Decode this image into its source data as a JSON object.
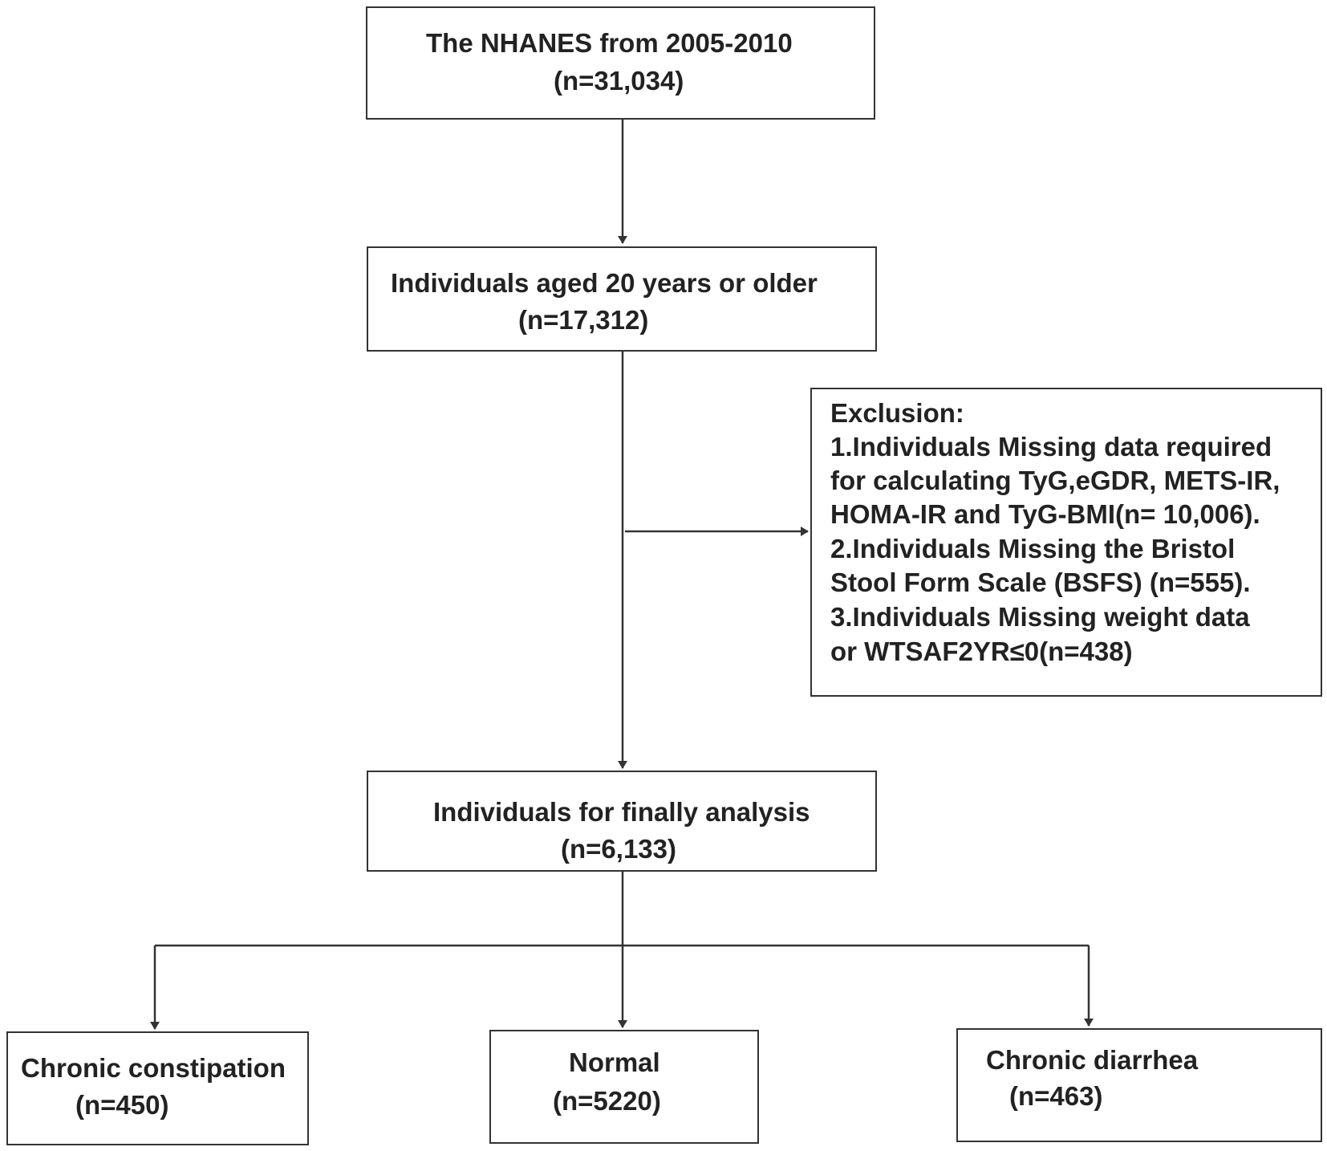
{
  "flowchart": {
    "source": {
      "title": "The NHANES from 2005-2010",
      "count": "(n=31,034)"
    },
    "adults": {
      "title": "Individuals aged 20 years or older",
      "count": "(n=17,312)"
    },
    "exclusion": {
      "lines": [
        "Exclusion:",
        "1.Individuals Missing data required",
        "for calculating TyG,eGDR, METS-IR,",
        "HOMA-IR and TyG-BMI(n= 10,006).",
        "2.Individuals Missing the Bristol",
        "Stool Form Scale (BSFS) (n=555).",
        "3.Individuals Missing weight data",
        "or WTSAF2YR≤0(n=438)"
      ]
    },
    "final": {
      "title": "Individuals for finally analysis",
      "count": "(n=6,133)"
    },
    "groups": {
      "constipation": {
        "title": "Chronic constipation",
        "count": "(n=450)"
      },
      "normal": {
        "title": "Normal",
        "count": "(n=5220)"
      },
      "diarrhea": {
        "title": "Chronic diarrhea",
        "count": "(n=463)"
      }
    }
  }
}
